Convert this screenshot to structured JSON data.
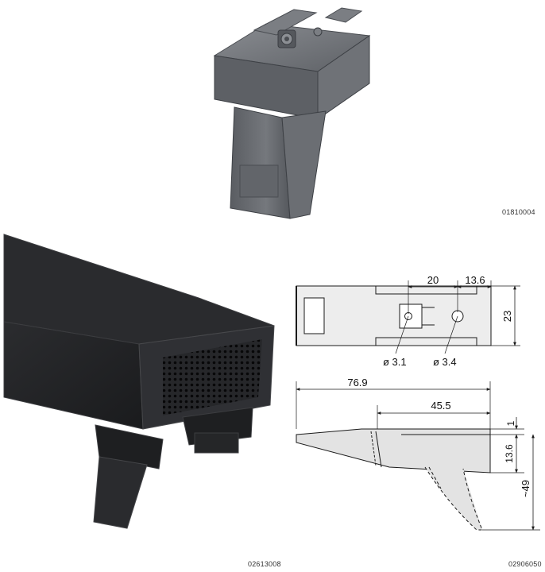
{
  "captions": {
    "top_photo": "01810004",
    "bottom_photo": "02613008",
    "drawing": "02906050"
  },
  "dimensions": {
    "top_width_left": "20",
    "top_width_right": "13.6",
    "top_height": "23",
    "hole_small": "ø 3.1",
    "hole_large": "ø 3.4",
    "side_total_length": "76.9",
    "side_partial_length": "45.5",
    "side_thickness": "1",
    "side_head_height": "13.6",
    "side_total_height": "~49"
  },
  "colors": {
    "part_grey": "#65686d",
    "part_dark": "#3d3f43",
    "case_black": "#1f2022",
    "drawing_fill": "#e6e6e6",
    "line": "#1a1a1a"
  }
}
